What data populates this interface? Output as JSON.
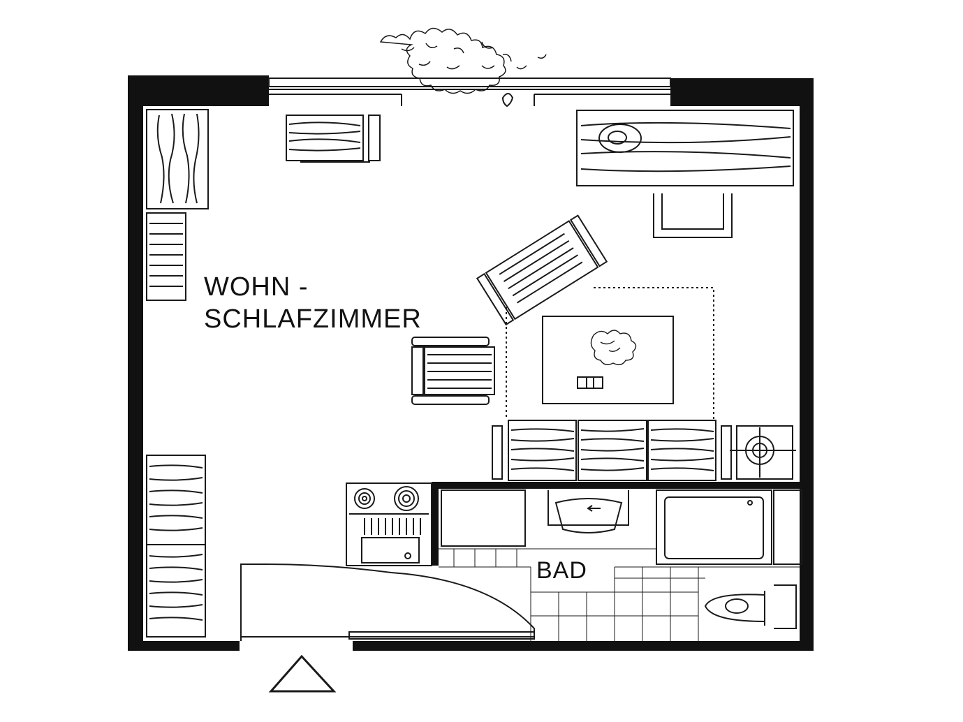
{
  "rooms": {
    "living_label_line1": "WOHN -",
    "living_label_line2": "SCHLAFZIMMER",
    "bath_label": "BAD"
  },
  "colors": {
    "wall": "#111111",
    "line": "#1a1a1a",
    "background": "#ffffff"
  }
}
